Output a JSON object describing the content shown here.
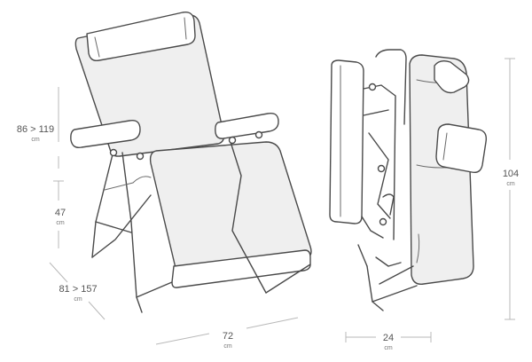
{
  "dimensions": {
    "chair_height": {
      "value": "86 > 119",
      "unit": "cm"
    },
    "seat_height": {
      "value": "47",
      "unit": "cm"
    },
    "chair_depth": {
      "value": "81 > 157",
      "unit": "cm"
    },
    "chair_width": {
      "value": "72",
      "unit": "cm"
    },
    "folded_thickness": {
      "value": "24",
      "unit": "cm"
    },
    "folded_height": {
      "value": "104",
      "unit": "cm"
    }
  }
}
